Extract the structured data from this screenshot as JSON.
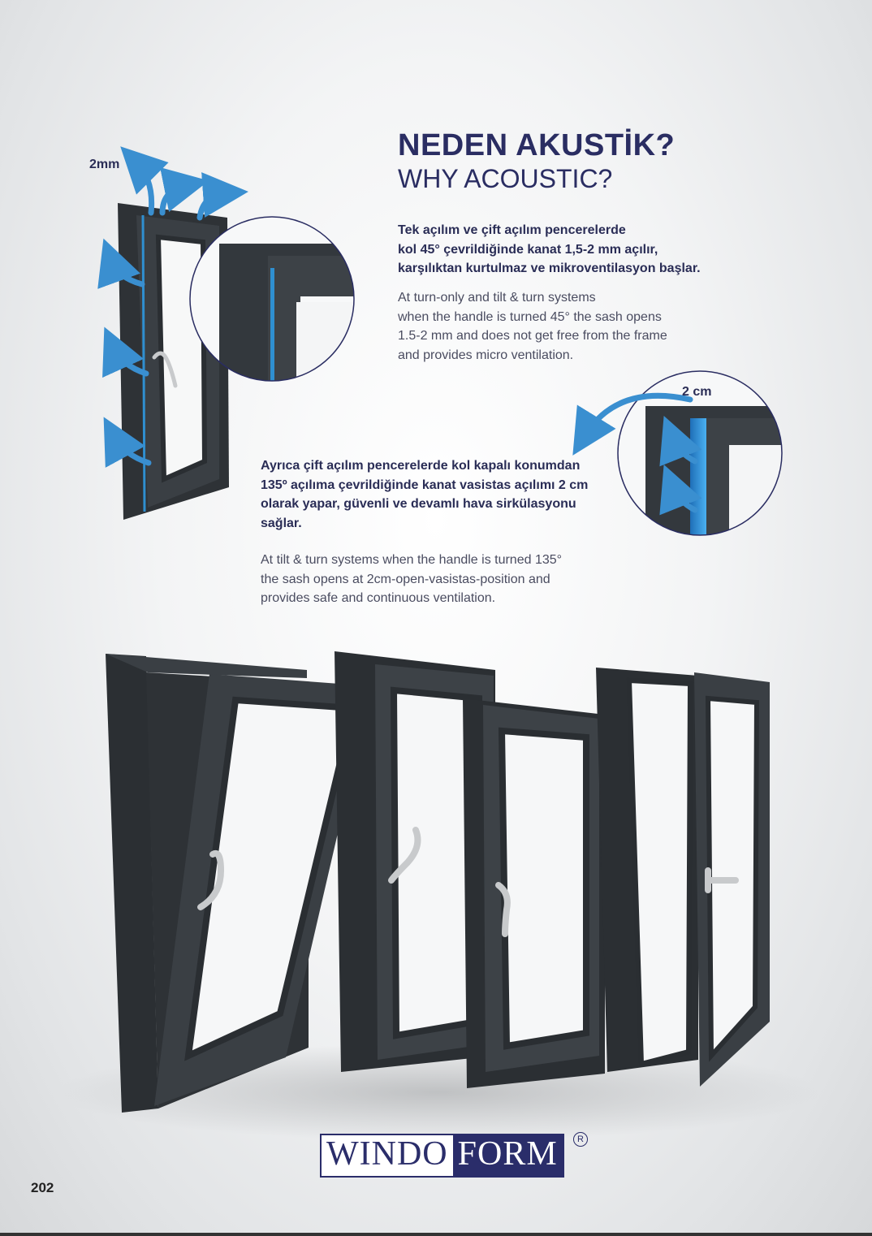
{
  "header": {
    "title_tr": "NEDEN AKUSTİK?",
    "title_en": "WHY ACOUSTIC?"
  },
  "section1": {
    "bold_lines": [
      "Tek açılım ve çift açılım pencerelerde",
      "kol 45° çevrildiğinde kanat 1,5-2 mm açılır,",
      "karşılıktan kurtulmaz ve mikroventilasyon başlar."
    ],
    "normal_lines": [
      "At turn-only and tilt & turn systems",
      "when the handle is turned 45° the sash opens",
      "1.5-2 mm and does not get free from the frame",
      "and provides micro ventilation."
    ]
  },
  "section2": {
    "bold_lines": [
      "Ayrıca çift açılım pencerelerde kol kapalı konumdan",
      "135º açılıma çevrildiğinde kanat vasistas açılımı 2 cm",
      "olarak yapar, güvenli ve devamlı hava sirkülasyonu",
      "sağlar."
    ],
    "normal_lines": [
      "At tilt & turn systems when the handle is turned 135°",
      "the sash opens at 2cm-open-vasistas-position and",
      "provides safe and continuous ventilation."
    ]
  },
  "labels": {
    "gap_small": "2mm",
    "gap_large": "2 cm"
  },
  "logo": {
    "part1": "WINDO",
    "part2": "FORM",
    "registered": "R"
  },
  "footer": {
    "page_number": "202"
  },
  "colors": {
    "navy": "#2a2d62",
    "frame": "#33383d",
    "accent_blue": "#2f8fd0"
  },
  "icons": [
    "air-arrow-icon",
    "curved-arrow-icon",
    "registered-icon",
    "window-handle-icon"
  ]
}
